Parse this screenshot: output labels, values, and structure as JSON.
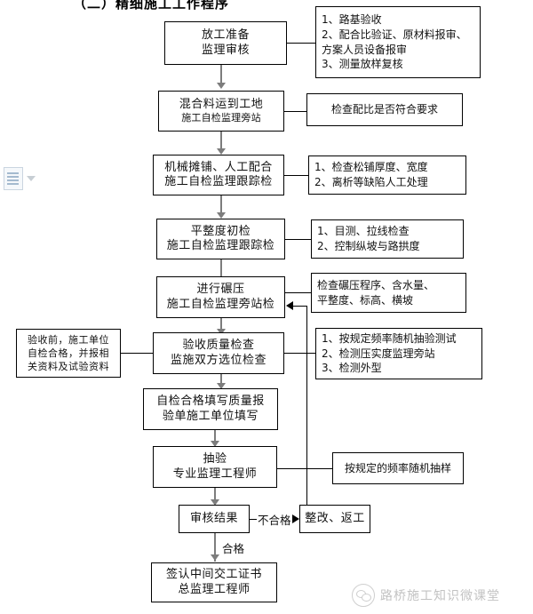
{
  "document": {
    "title": "（二）精细施工工作程序",
    "watermark": "路桥施工知识微课堂",
    "watermark_icon": "wechat-logo-icon"
  },
  "toolbar": {
    "doc_icon": "document-icon",
    "caret_icon": "chevron-down-icon"
  },
  "flow": {
    "nodes": [
      {
        "id": "n1",
        "title": "放工准备",
        "subtitle": "监理审核"
      },
      {
        "id": "n2",
        "title": "混合料运到工地",
        "subtitle": "施工自检监理旁站"
      },
      {
        "id": "n3",
        "title": "机械摊铺、人工配合",
        "subtitle": "施工自检监理跟踪检"
      },
      {
        "id": "n4",
        "title": "平整度初检",
        "subtitle": "施工自检监理跟踪检"
      },
      {
        "id": "n5",
        "title": "进行碾压",
        "subtitle": "施工自检监理旁站检"
      },
      {
        "id": "n6",
        "title": "验收质量检查",
        "subtitle": "监施双方选位检查"
      },
      {
        "id": "n7",
        "title": "自检合格填写质量报",
        "subtitle": "验单施工单位填写"
      },
      {
        "id": "n8",
        "title": "抽验",
        "subtitle": "专业监理工程师"
      },
      {
        "id": "n9",
        "title": "审核结果",
        "subtitle": ""
      },
      {
        "id": "n10",
        "title": "整改、返工",
        "subtitle": ""
      },
      {
        "id": "n11",
        "title": "签认中间交工证书",
        "subtitle": "总监理工程师"
      }
    ],
    "notes": [
      {
        "id": "note1",
        "lines": [
          "1、路基验收",
          "2、配合比验证、原材料报审、",
          "方案人员设备报审",
          "3、测量放样复核"
        ]
      },
      {
        "id": "note2",
        "lines": [
          "检查配比是否符合要求"
        ]
      },
      {
        "id": "note3",
        "lines": [
          "1、检查松铺厚度、宽度",
          "2、离析等缺陷人工处理"
        ]
      },
      {
        "id": "note4",
        "lines": [
          "1、目测、拉线检查",
          "2、控制纵坡与路拱度"
        ]
      },
      {
        "id": "note5",
        "lines": [
          "检查碾压程序、含水量、",
          "平整度、标高、横坡"
        ]
      },
      {
        "id": "note6",
        "lines": [
          "验收前，施工单位",
          "自检合格，并报相",
          "关资料及试验资料"
        ]
      },
      {
        "id": "note7",
        "lines": [
          "1、按规定频率随机抽验测试",
          "2、检测压实度监理旁站",
          "3、检测外型"
        ]
      },
      {
        "id": "note8",
        "lines": [
          "按规定的频率随机抽样"
        ]
      }
    ],
    "edge_labels": {
      "fail": "不合格",
      "pass": "合格"
    }
  },
  "colors": {
    "line": "#000000",
    "flow_arrow": "#7d7d7d",
    "background": "#ffffff",
    "text": "#111111",
    "watermark": "#6f6f6f"
  }
}
